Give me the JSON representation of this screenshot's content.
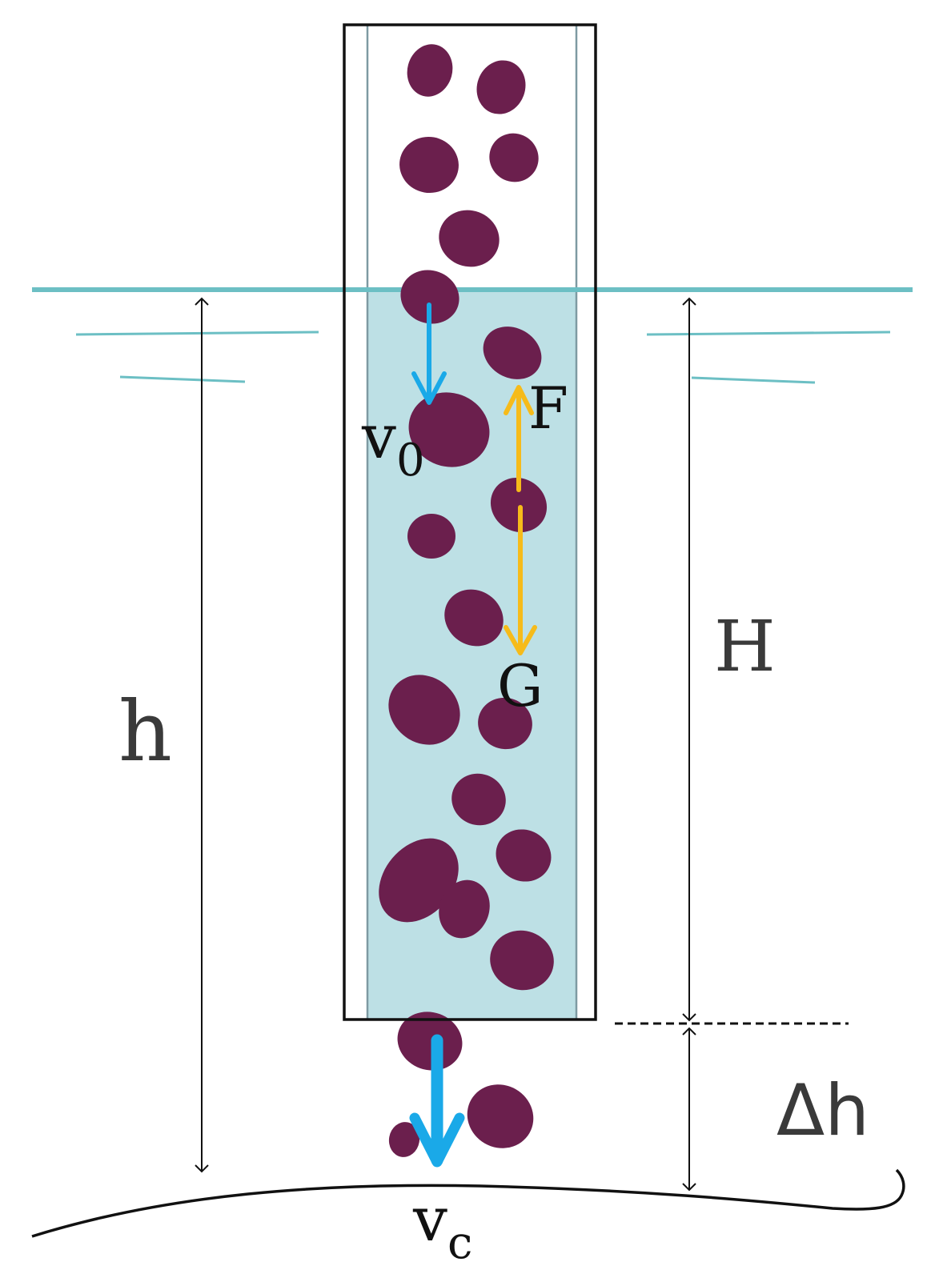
{
  "labels": {
    "v0_main": "v",
    "v0_sub": "0",
    "vc_main": "v",
    "vc_sub": "c",
    "force_up": "F",
    "force_down": "G",
    "h": "h",
    "H": "H",
    "dh": "Δh"
  },
  "colors": {
    "water_fill": "#bde0e5",
    "water_line": "#6cbfc4",
    "particle": "#6b1f4d",
    "velocity_arrow": "#1aa9e8",
    "force_arrow": "#f6bb1a",
    "outline": "#111111"
  }
}
